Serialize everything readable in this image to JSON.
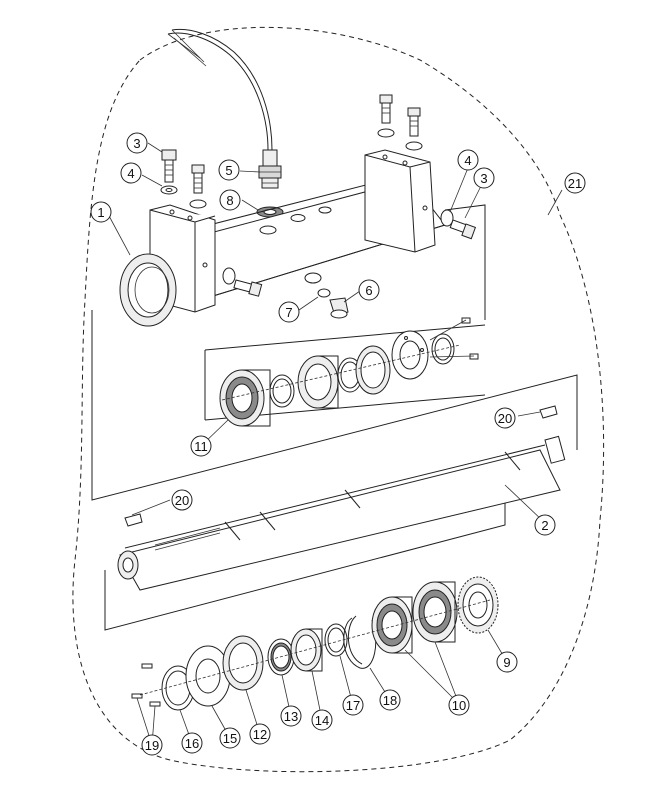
{
  "callouts": [
    {
      "id": "c1",
      "label": "1"
    },
    {
      "id": "c2",
      "label": "2"
    },
    {
      "id": "c3a",
      "label": "3"
    },
    {
      "id": "c3b",
      "label": "3"
    },
    {
      "id": "c4a",
      "label": "4"
    },
    {
      "id": "c4b",
      "label": "4"
    },
    {
      "id": "c5",
      "label": "5"
    },
    {
      "id": "c6",
      "label": "6"
    },
    {
      "id": "c7",
      "label": "7"
    },
    {
      "id": "c8",
      "label": "8"
    },
    {
      "id": "c9",
      "label": "9"
    },
    {
      "id": "c10",
      "label": "10"
    },
    {
      "id": "c11",
      "label": "11"
    },
    {
      "id": "c12",
      "label": "12"
    },
    {
      "id": "c13",
      "label": "13"
    },
    {
      "id": "c14",
      "label": "14"
    },
    {
      "id": "c15",
      "label": "15"
    },
    {
      "id": "c16",
      "label": "16"
    },
    {
      "id": "c17",
      "label": "17"
    },
    {
      "id": "c18",
      "label": "18"
    },
    {
      "id": "c19",
      "label": "19"
    },
    {
      "id": "c20a",
      "label": "20"
    },
    {
      "id": "c20b",
      "label": "20"
    },
    {
      "id": "c21",
      "label": "21"
    }
  ]
}
